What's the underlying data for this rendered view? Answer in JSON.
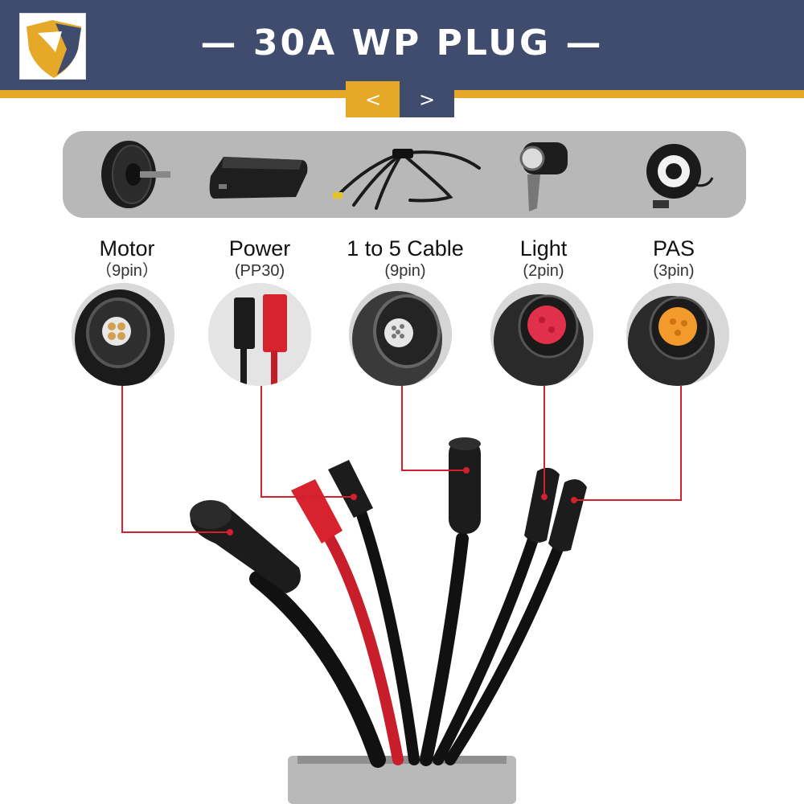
{
  "header": {
    "title": "— 30A  WP  PLUG —",
    "prev_label": "<",
    "next_label": ">"
  },
  "colors": {
    "header_bg": "#3f4c6d",
    "accent": "#e5a829",
    "leader_line": "#d2202f",
    "device_bar": "#b8b8b8"
  },
  "devices": [
    {
      "icon": "hub-motor-icon"
    },
    {
      "icon": "battery-icon"
    },
    {
      "icon": "cable-splitter-icon"
    },
    {
      "icon": "headlight-icon"
    },
    {
      "icon": "pas-sensor-icon"
    }
  ],
  "connectors": [
    {
      "name": "Motor",
      "pin": "（9pin）"
    },
    {
      "name": "Power",
      "pin": "(PP30)"
    },
    {
      "name": "1 to 5 Cable",
      "pin": "(9pin)"
    },
    {
      "name": "Light",
      "pin": "(2pin)"
    },
    {
      "name": "PAS",
      "pin": "(3pin)"
    }
  ]
}
